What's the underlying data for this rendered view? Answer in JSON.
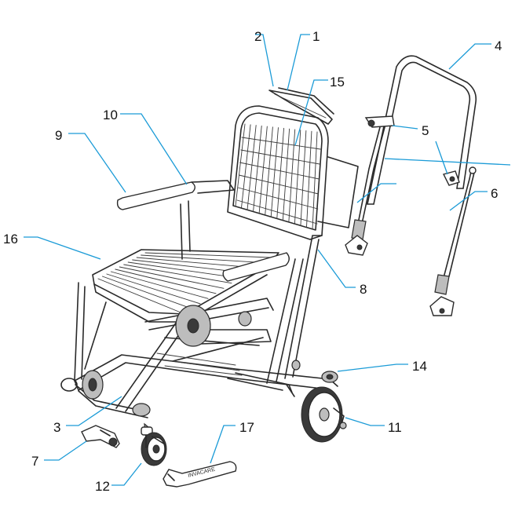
{
  "colors": {
    "leader": "#1b9bd7",
    "line": "#2a2a2a",
    "background": "#ffffff"
  },
  "callouts": [
    {
      "id": "c1",
      "label": "1"
    },
    {
      "id": "c2",
      "label": "2"
    },
    {
      "id": "c3",
      "label": "3"
    },
    {
      "id": "c4",
      "label": "4"
    },
    {
      "id": "c5",
      "label": "5"
    },
    {
      "id": "c6",
      "label": "6"
    },
    {
      "id": "c7",
      "label": "7"
    },
    {
      "id": "c8",
      "label": "8"
    },
    {
      "id": "c9",
      "label": "9"
    },
    {
      "id": "c10",
      "label": "10"
    },
    {
      "id": "c11",
      "label": "11"
    },
    {
      "id": "c12",
      "label": "12"
    },
    {
      "id": "c14",
      "label": "14"
    },
    {
      "id": "c15",
      "label": "15"
    },
    {
      "id": "c16",
      "label": "16"
    },
    {
      "id": "c17",
      "label": "17"
    }
  ],
  "wrench_text": "INVACARE"
}
